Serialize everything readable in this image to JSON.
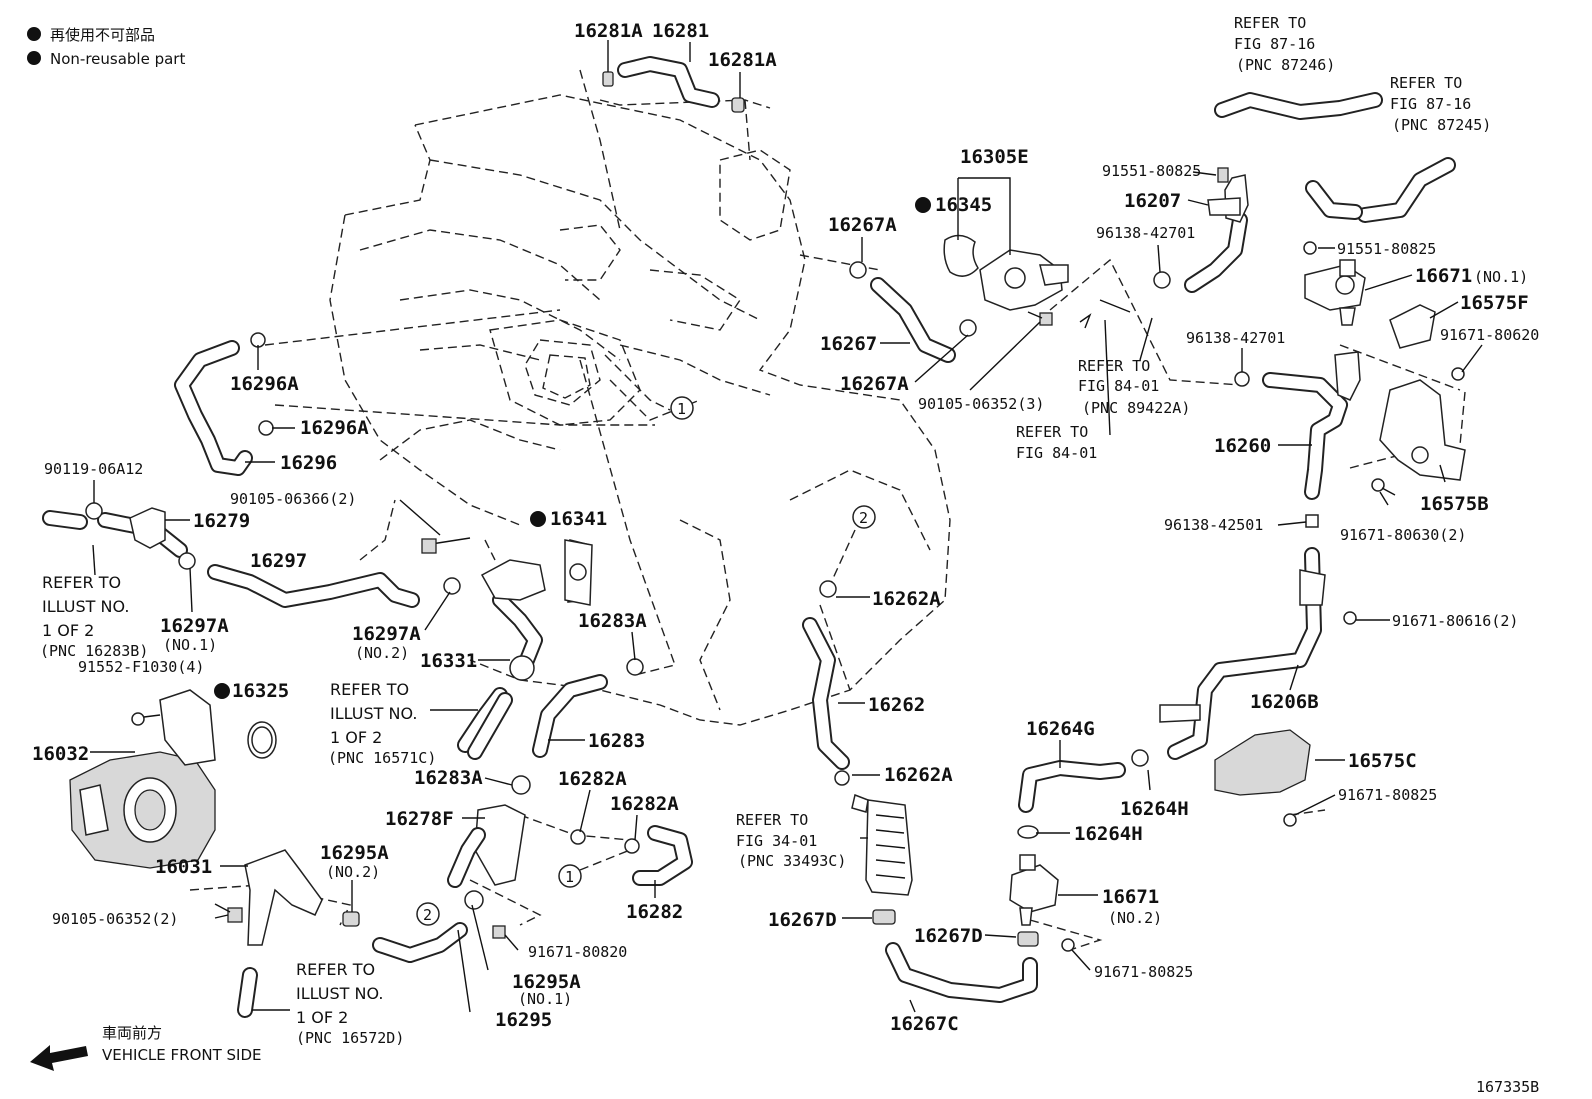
{
  "legend": {
    "jp": "再使用不可部品",
    "en": "Non-reusable part"
  },
  "direction": {
    "jp": "車両前方",
    "en": "VEHICLE FRONT SIDE"
  },
  "figure_id": "167335B",
  "circle_marks": [
    "1",
    "2"
  ],
  "labels": [
    {
      "id": "l16281A_a",
      "text": "16281A"
    },
    {
      "id": "l16281",
      "text": "16281"
    },
    {
      "id": "l16281A_b",
      "text": "16281A"
    },
    {
      "id": "l16296A_a",
      "text": "16296A"
    },
    {
      "id": "l16296A_b",
      "text": "16296A"
    },
    {
      "id": "l16296",
      "text": "16296"
    },
    {
      "id": "l90119",
      "text": "90119-06A12"
    },
    {
      "id": "l16279",
      "text": "16279"
    },
    {
      "id": "l90105_2",
      "text": "90105-06366(2)"
    },
    {
      "id": "l16297",
      "text": "16297"
    },
    {
      "id": "l16297A_1",
      "text": "16297A"
    },
    {
      "id": "l16297A_2",
      "text": "16297A"
    },
    {
      "id": "l16341",
      "text": "16341"
    },
    {
      "id": "l16331",
      "text": "16331"
    },
    {
      "id": "l16283A_a",
      "text": "16283A"
    },
    {
      "id": "l16283",
      "text": "16283"
    },
    {
      "id": "l16283A_b",
      "text": "16283A"
    },
    {
      "id": "l16282A_a",
      "text": "16282A"
    },
    {
      "id": "l16282A_b",
      "text": "16282A"
    },
    {
      "id": "l16282",
      "text": "16282"
    },
    {
      "id": "l16278F",
      "text": "16278F"
    },
    {
      "id": "l91552",
      "text": "91552-F1030(4)"
    },
    {
      "id": "l16325",
      "text": "16325"
    },
    {
      "id": "l16032",
      "text": "16032"
    },
    {
      "id": "l16031",
      "text": "16031"
    },
    {
      "id": "l16295A_1",
      "text": "16295A"
    },
    {
      "id": "l16295A_2",
      "text": "16295A"
    },
    {
      "id": "l16295",
      "text": "16295"
    },
    {
      "id": "l90105_06352_2",
      "text": "90105-06352(2)"
    },
    {
      "id": "l91671_80820",
      "text": "91671-80820"
    },
    {
      "id": "l16305E",
      "text": "16305E"
    },
    {
      "id": "l16345",
      "text": "16345"
    },
    {
      "id": "l16267A_a",
      "text": "16267A"
    },
    {
      "id": "l16267",
      "text": "16267"
    },
    {
      "id": "l16267A_b",
      "text": "16267A"
    },
    {
      "id": "l90105_06352_3",
      "text": "90105-06352(3)"
    },
    {
      "id": "l16262A_a",
      "text": "16262A"
    },
    {
      "id": "l16262",
      "text": "16262"
    },
    {
      "id": "l16262A_b",
      "text": "16262A"
    },
    {
      "id": "l16267D_a",
      "text": "16267D"
    },
    {
      "id": "l16267D_b",
      "text": "16267D"
    },
    {
      "id": "l16267C",
      "text": "16267C"
    },
    {
      "id": "l91551_a",
      "text": "91551-80825"
    },
    {
      "id": "l16207",
      "text": "16207"
    },
    {
      "id": "l96138_a",
      "text": "96138-42701"
    },
    {
      "id": "l91551_b",
      "text": "91551-80825"
    },
    {
      "id": "l16671_1",
      "text": "16671"
    },
    {
      "id": "l16575F",
      "text": "16575F"
    },
    {
      "id": "l91671_80620",
      "text": "91671-80620"
    },
    {
      "id": "l96138_b",
      "text": "96138-42701"
    },
    {
      "id": "l16260",
      "text": "16260"
    },
    {
      "id": "l16575B",
      "text": "16575B"
    },
    {
      "id": "l96138_42501",
      "text": "96138-42501"
    },
    {
      "id": "l91671_80630",
      "text": "91671-80630(2)"
    },
    {
      "id": "l91671_80616",
      "text": "91671-80616(2)"
    },
    {
      "id": "l16206B",
      "text": "16206B"
    },
    {
      "id": "l16264G",
      "text": "16264G"
    },
    {
      "id": "l16264H_a",
      "text": "16264H"
    },
    {
      "id": "l16264H_b",
      "text": "16264H"
    },
    {
      "id": "l16575C",
      "text": "16575C"
    },
    {
      "id": "l91671_80825_a",
      "text": "91671-80825"
    },
    {
      "id": "l16671_2",
      "text": "16671"
    },
    {
      "id": "l91671_80825_b",
      "text": "91671-80825"
    }
  ],
  "qualifiers": [
    {
      "id": "q_no1_16297A",
      "text": "(NO.1)"
    },
    {
      "id": "q_no2_16297A",
      "text": "(NO.2)"
    },
    {
      "id": "q_no2_16295A",
      "text": "(NO.2)"
    },
    {
      "id": "q_no1_16295A",
      "text": "(NO.1)"
    },
    {
      "id": "q_no1_16671",
      "text": "(NO.1)"
    },
    {
      "id": "q_no2_16671",
      "text": "(NO.2)"
    }
  ],
  "refs": [
    {
      "id": "ref_87246",
      "lines": [
        "REFER TO",
        "FIG 87-16",
        "(PNC 87246)"
      ]
    },
    {
      "id": "ref_87245",
      "lines": [
        "REFER TO",
        "FIG 87-16",
        "(PNC 87245)"
      ]
    },
    {
      "id": "ref_89422",
      "lines": [
        "REFER TO",
        "FIG 84-01",
        "(PNC 89422A)"
      ]
    },
    {
      "id": "ref_8401",
      "lines": [
        "REFER TO",
        "FIG 84-01"
      ]
    },
    {
      "id": "ref_33493",
      "lines": [
        "REFER TO",
        "FIG 34-01",
        "(PNC 33493C)"
      ]
    },
    {
      "id": "ref_16283B",
      "lines": [
        "REFER TO",
        "ILLUST NO.",
        "1 OF 2",
        "(PNC 16283B)"
      ]
    },
    {
      "id": "ref_16571C",
      "lines": [
        "REFER TO",
        "ILLUST NO.",
        "1 OF 2",
        "(PNC 16571C)"
      ]
    },
    {
      "id": "ref_16572D",
      "lines": [
        "REFER TO",
        "ILLUST NO.",
        "1 OF 2",
        "(PNC 16572D)"
      ]
    }
  ]
}
